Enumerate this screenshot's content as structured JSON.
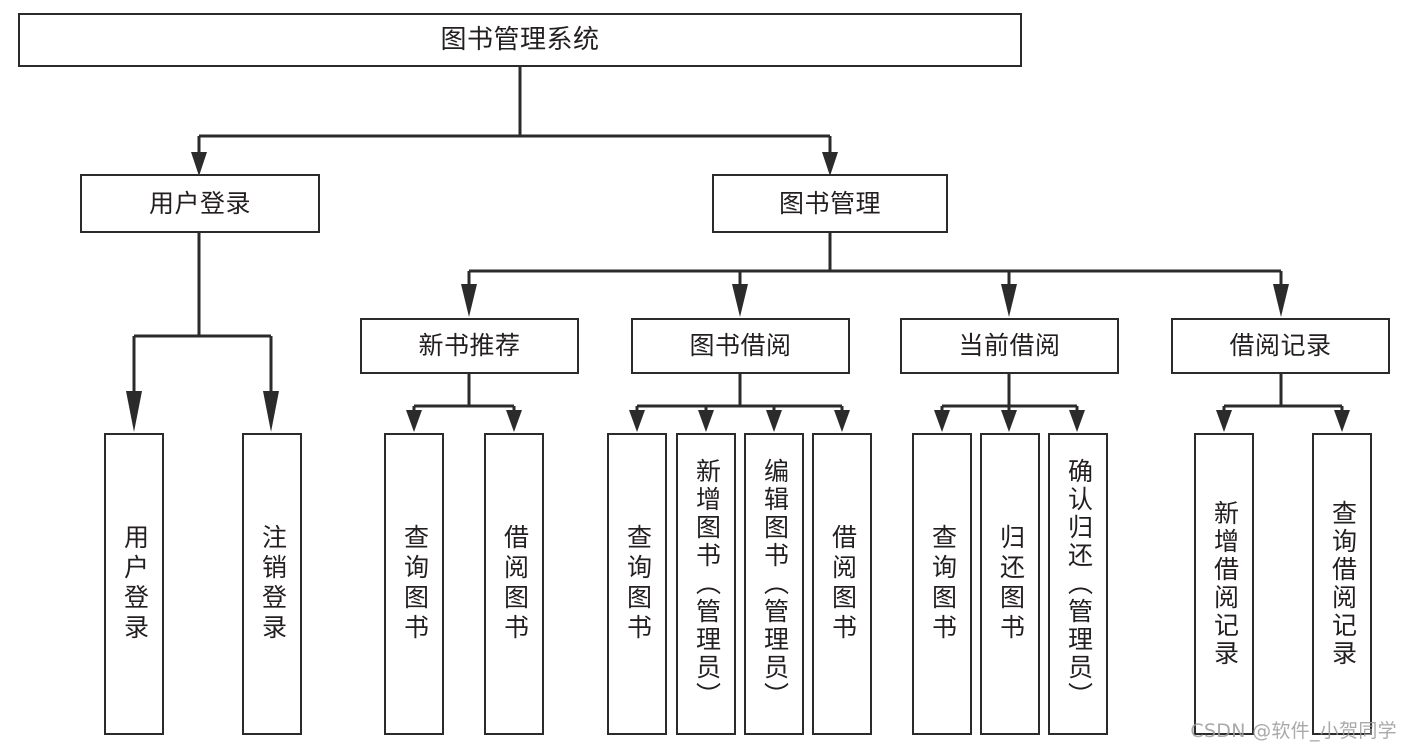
{
  "diagram": {
    "type": "tree",
    "title": "图书管理系统",
    "watermark": "CSDN @软件_小贺同学",
    "colors": {
      "stroke": "#2b2b2b",
      "text": "#231f20",
      "background": "#ffffff",
      "watermark": "#9b9b9b"
    },
    "root": {
      "label": "图书管理系统"
    },
    "level2": [
      {
        "label": "用户登录"
      },
      {
        "label": "图书管理"
      }
    ],
    "level3": [
      {
        "label": "新书推荐"
      },
      {
        "label": "图书借阅"
      },
      {
        "label": "当前借阅"
      },
      {
        "label": "借阅记录"
      }
    ],
    "leaves": {
      "user_login": [
        {
          "label": "用户登录"
        },
        {
          "label": "注销登录"
        }
      ],
      "new_book_recommend": [
        {
          "label": "查询图书"
        },
        {
          "label": "借阅图书"
        }
      ],
      "book_borrow": [
        {
          "label": "查询图书"
        },
        {
          "label": "新增图书（管理员）"
        },
        {
          "label": "编辑图书（管理员）"
        },
        {
          "label": "借阅图书"
        }
      ],
      "current_borrow": [
        {
          "label": "查询图书"
        },
        {
          "label": "归还图书"
        },
        {
          "label": "确认归还（管理员）"
        }
      ],
      "borrow_record": [
        {
          "label": "新增借阅记录"
        },
        {
          "label": "查询借阅记录"
        }
      ]
    }
  }
}
